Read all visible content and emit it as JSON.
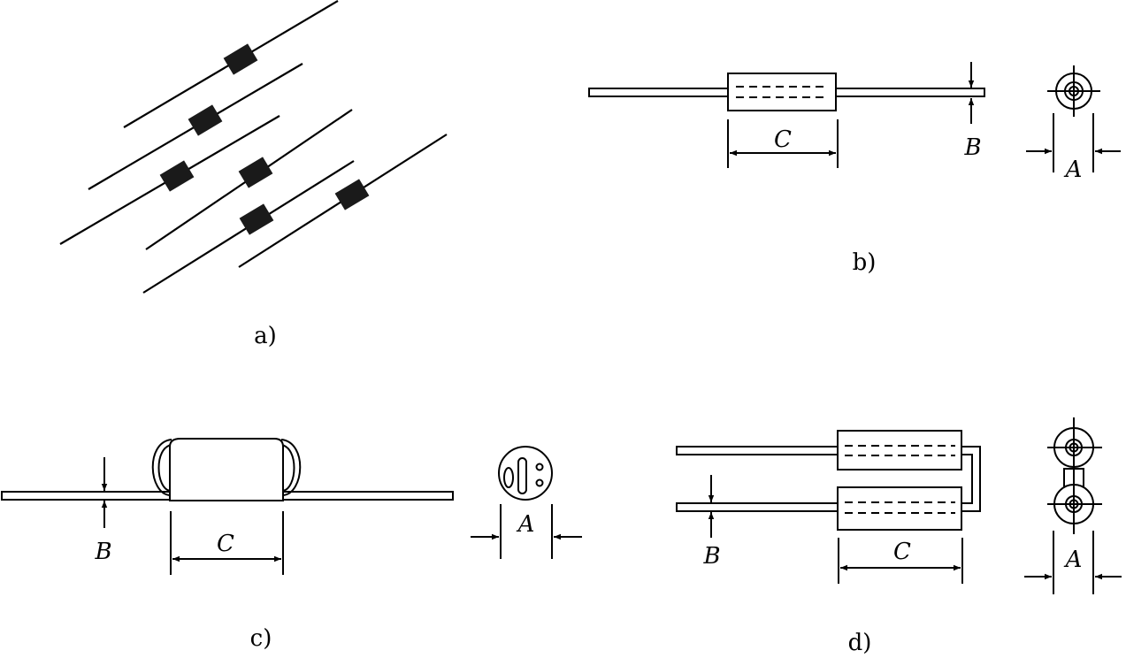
{
  "panels": {
    "a": {
      "caption": "a)"
    },
    "b": {
      "caption": "b)",
      "dim_length": "C",
      "dim_wire": "B",
      "dim_diameter": "A"
    },
    "c": {
      "caption": "c)",
      "dim_length": "C",
      "dim_wire": "B",
      "dim_diameter": "A"
    },
    "d": {
      "caption": "d)",
      "dim_length": "C",
      "dim_wire": "B",
      "dim_diameter": "A"
    }
  },
  "colors": {
    "line": "#000000",
    "bead_fill": "#1a1a1a",
    "background": "#ffffff"
  }
}
